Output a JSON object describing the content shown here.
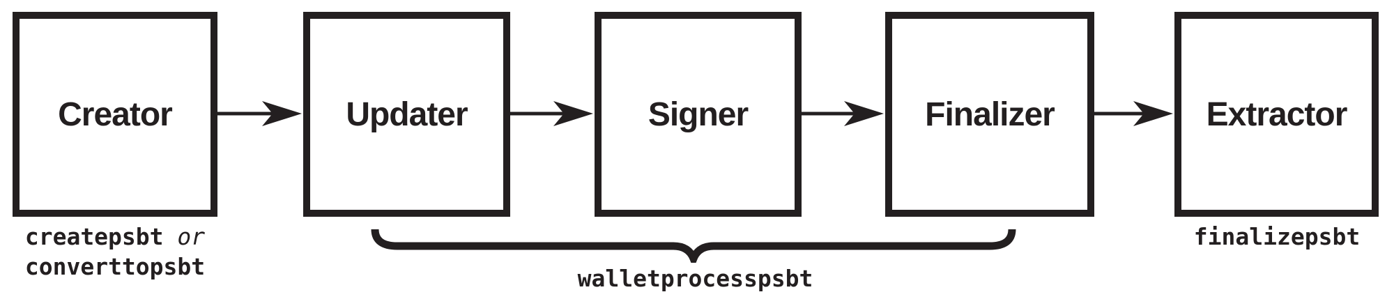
{
  "colors": {
    "ink": "#231f20",
    "background": "#ffffff"
  },
  "boxes": [
    {
      "label": "Creator"
    },
    {
      "label": "Updater"
    },
    {
      "label": "Signer"
    },
    {
      "label": "Finalizer"
    },
    {
      "label": "Extractor"
    }
  ],
  "annotations": {
    "creator_commands": {
      "code1": "createpsbt",
      "conjunction": "or",
      "code2": "converttopsbt"
    },
    "brace_label": "walletprocesspsbt",
    "extractor_command": "finalizepsbt"
  }
}
